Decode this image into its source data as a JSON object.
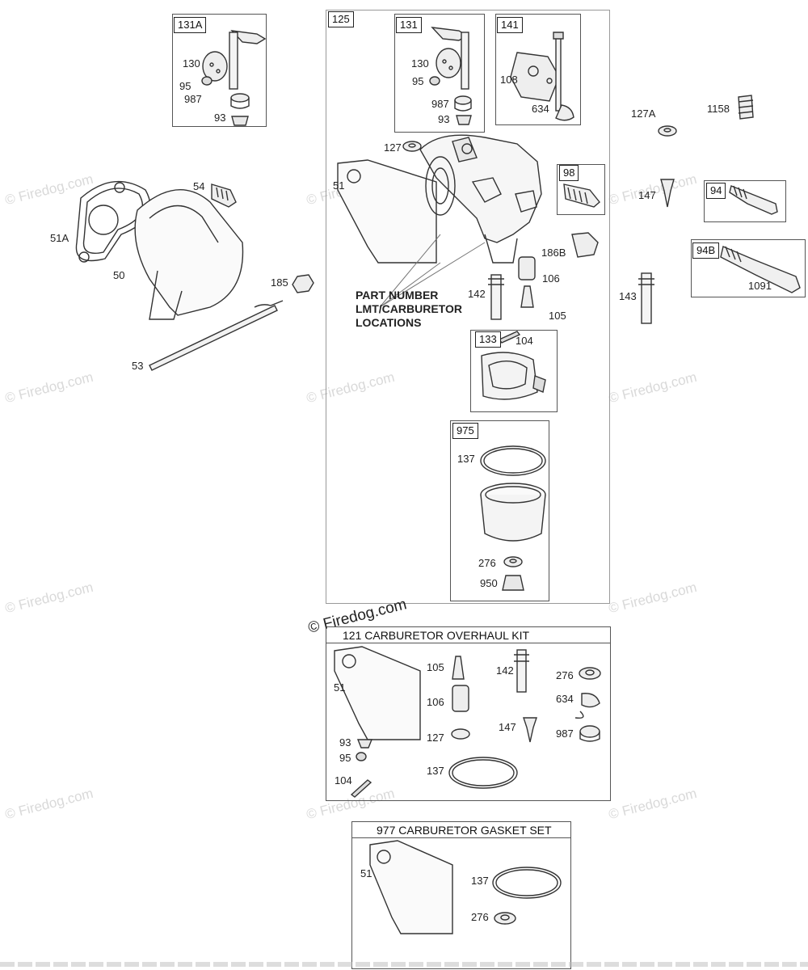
{
  "watermarks": {
    "text": "© Firedog.com",
    "center_text": "© Firedog.com"
  },
  "groups": {
    "g131A": "131A",
    "g125": "125",
    "g131": "131",
    "g141": "141",
    "g98": "98",
    "g94": "94",
    "g94B": "94B",
    "g133": "133",
    "g975": "975"
  },
  "note": {
    "line1": "PART NUMBER",
    "line2": "LMT/CARBURETOR",
    "line3": "LOCATIONS"
  },
  "kits": {
    "overhaul": "121 CARBURETOR OVERHAUL KIT",
    "gasket": "977 CARBURETOR GASKET SET"
  },
  "labels": {
    "l130a": "130",
    "l95a": "95",
    "l987a": "987",
    "l93a": "93",
    "l54": "54",
    "l51A": "51A",
    "l50": "50",
    "l185": "185",
    "l53": "53",
    "l130b": "130",
    "l95b": "95",
    "l987b": "987",
    "l93b": "93",
    "l108": "108",
    "l634a": "634",
    "l127a": "127",
    "l51a": "51",
    "l142a": "142",
    "l106a": "106",
    "l105a": "105",
    "l186B": "186B",
    "l104a": "104",
    "l137a": "137",
    "l276a": "276",
    "l950": "950",
    "l127A": "127A",
    "l1158": "1158",
    "l147a": "147",
    "l143": "143",
    "l1091": "1091",
    "k51": "51",
    "k105": "105",
    "k142": "142",
    "k276": "276",
    "k106": "106",
    "k634": "634",
    "k127": "127",
    "k147": "147",
    "k987": "987",
    "k93": "93",
    "k95": "95",
    "k104": "104",
    "k137": "137",
    "s51": "51",
    "s137": "137",
    "s276": "276"
  }
}
